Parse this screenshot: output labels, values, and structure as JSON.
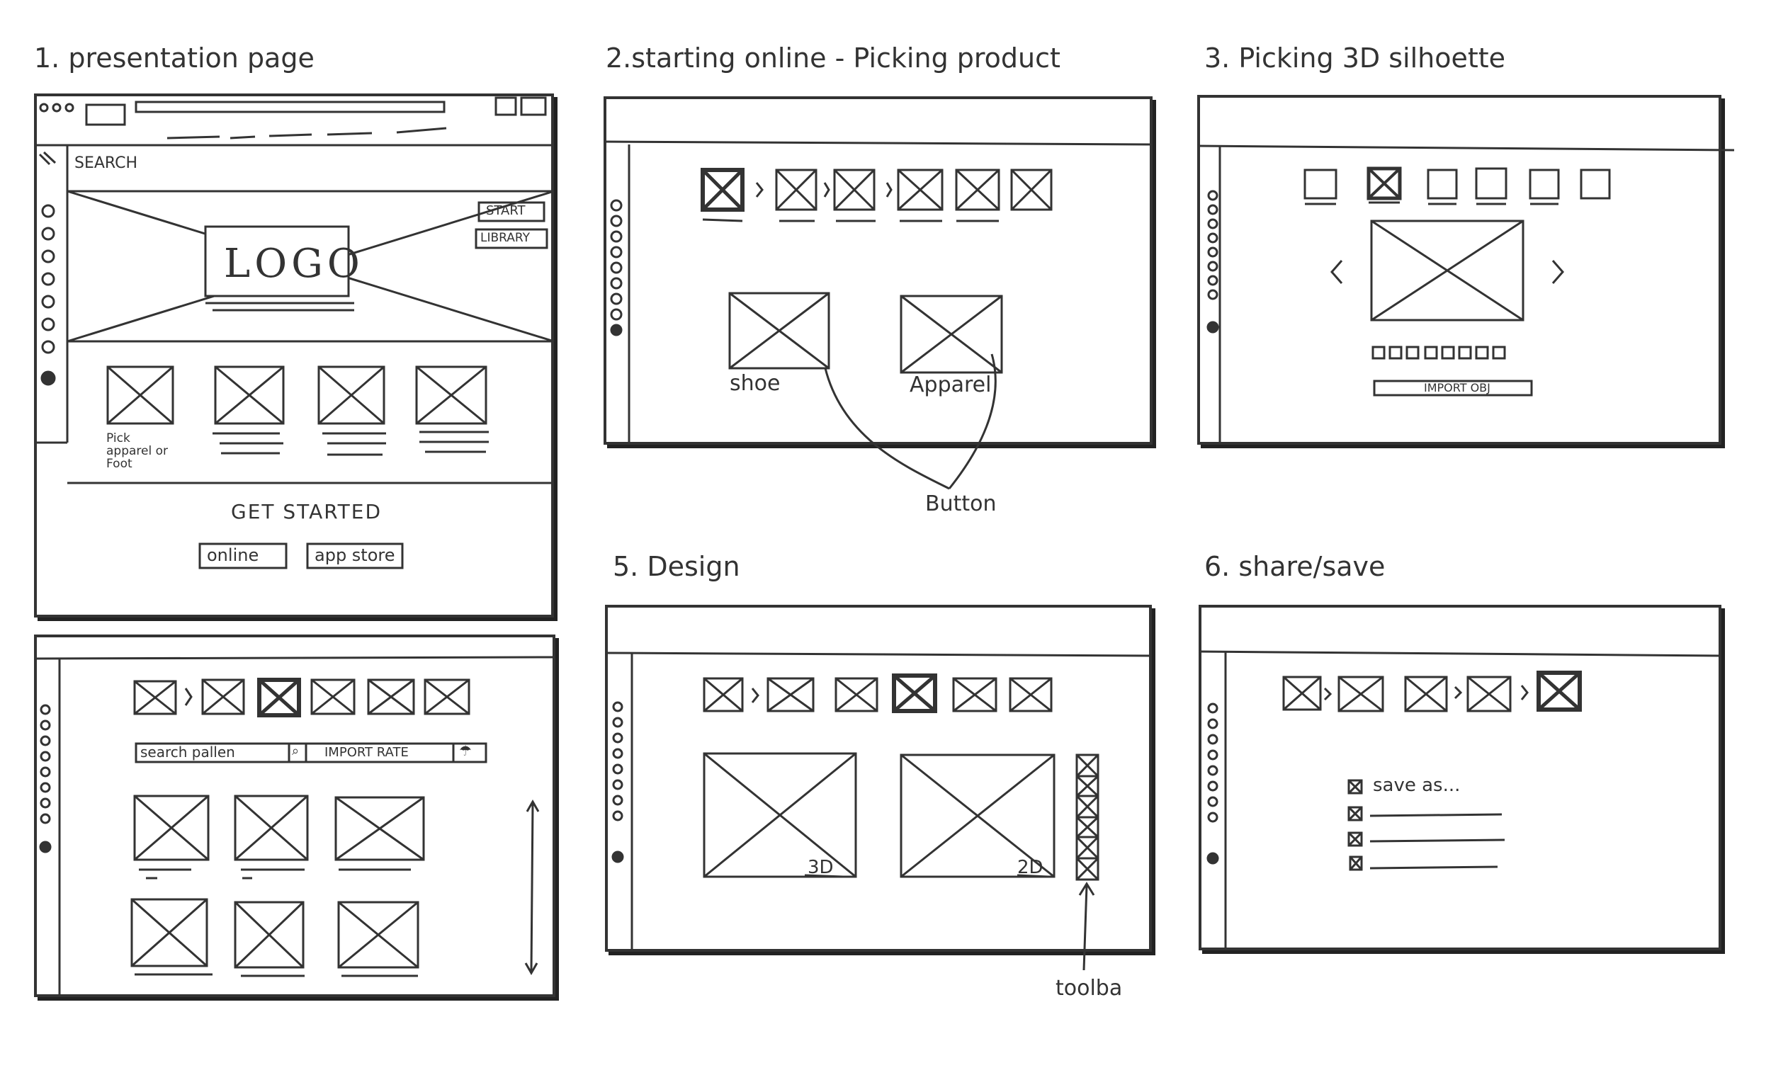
{
  "titles": {
    "p1": "1. presentation page",
    "p2": "2.starting online - Picking product",
    "p3": "3. Picking 3D silhoette",
    "p5": "5. Design",
    "p6": "6. share/save"
  },
  "p1": {
    "search": "SEARCH",
    "logo": "LOGO",
    "start": "START",
    "library": "LIBRARY",
    "pick_note": "Pick apparel or Foot",
    "get_started": "GET STARTED",
    "online": "online",
    "app_store": "app store"
  },
  "p2": {
    "shoe": "shoe",
    "apparel": "Apparel",
    "button_note": "Button"
  },
  "p3": {
    "import": "IMPORT OBJ"
  },
  "p4": {
    "search": "search pallen",
    "import": "IMPORT RATE"
  },
  "p5": {
    "label_3d": "3D",
    "label_2d": "2D",
    "toolbar_note": "toolba"
  },
  "p6": {
    "save_as": "save as..."
  }
}
